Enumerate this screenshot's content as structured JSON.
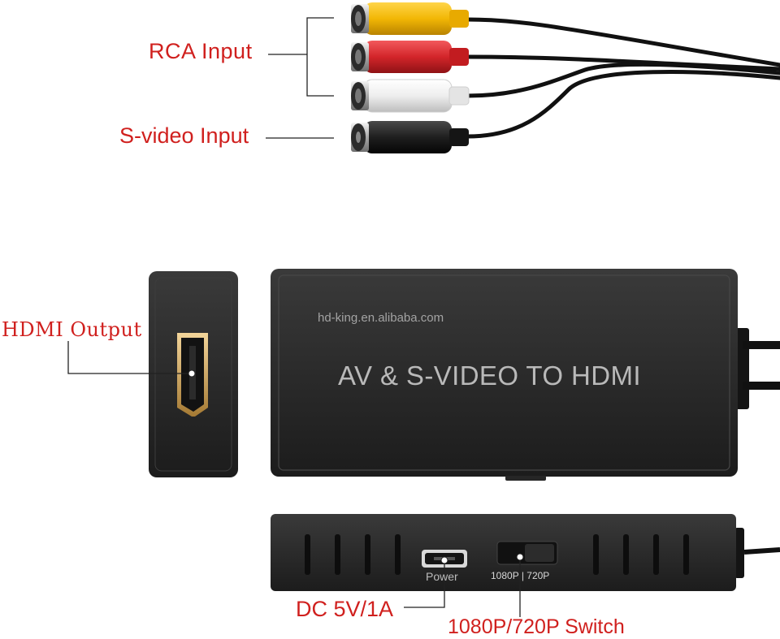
{
  "callouts": {
    "rca_input": "RCA Input",
    "svideo_input": "S-video Input",
    "hdmi_output": "HDMI Output",
    "dc_power": "DC 5V/1A",
    "resolution_switch": "1080P/720P Switch"
  },
  "device": {
    "watermark": "hd-king.en.alibaba.com",
    "title": "AV & S-VIDEO TO HDMI",
    "power_port_label": "Power",
    "switch_positions_label": "1080P  |  720P"
  },
  "colors": {
    "callout_text": "#d0201e",
    "device_body": "#2a2a2a",
    "rca_yellow": "#f2b705",
    "rca_red": "#d3252a",
    "rca_white": "#eeeeee",
    "cable": "#111111"
  }
}
